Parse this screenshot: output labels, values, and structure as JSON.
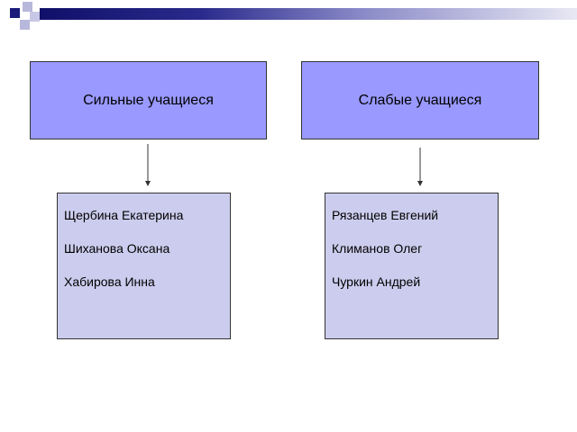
{
  "diagram": {
    "strong": {
      "title": "Сильные учащиеся",
      "students": [
        "Щербина Екатерина",
        "Шиханова Оксана",
        "Хабирова Инна"
      ]
    },
    "weak": {
      "title": "Слабые учащиеся",
      "students": [
        "Рязанцев Евгений",
        "Климанов Олег",
        "Чуркин Андрей"
      ]
    }
  },
  "colors": {
    "header_box_fill": "#9999ff",
    "list_box_fill": "#ccccee",
    "header_bar_dark": "#10106a",
    "decor_square_dark": "#1a1a7a",
    "decor_square_light": "#b8b8dc"
  }
}
